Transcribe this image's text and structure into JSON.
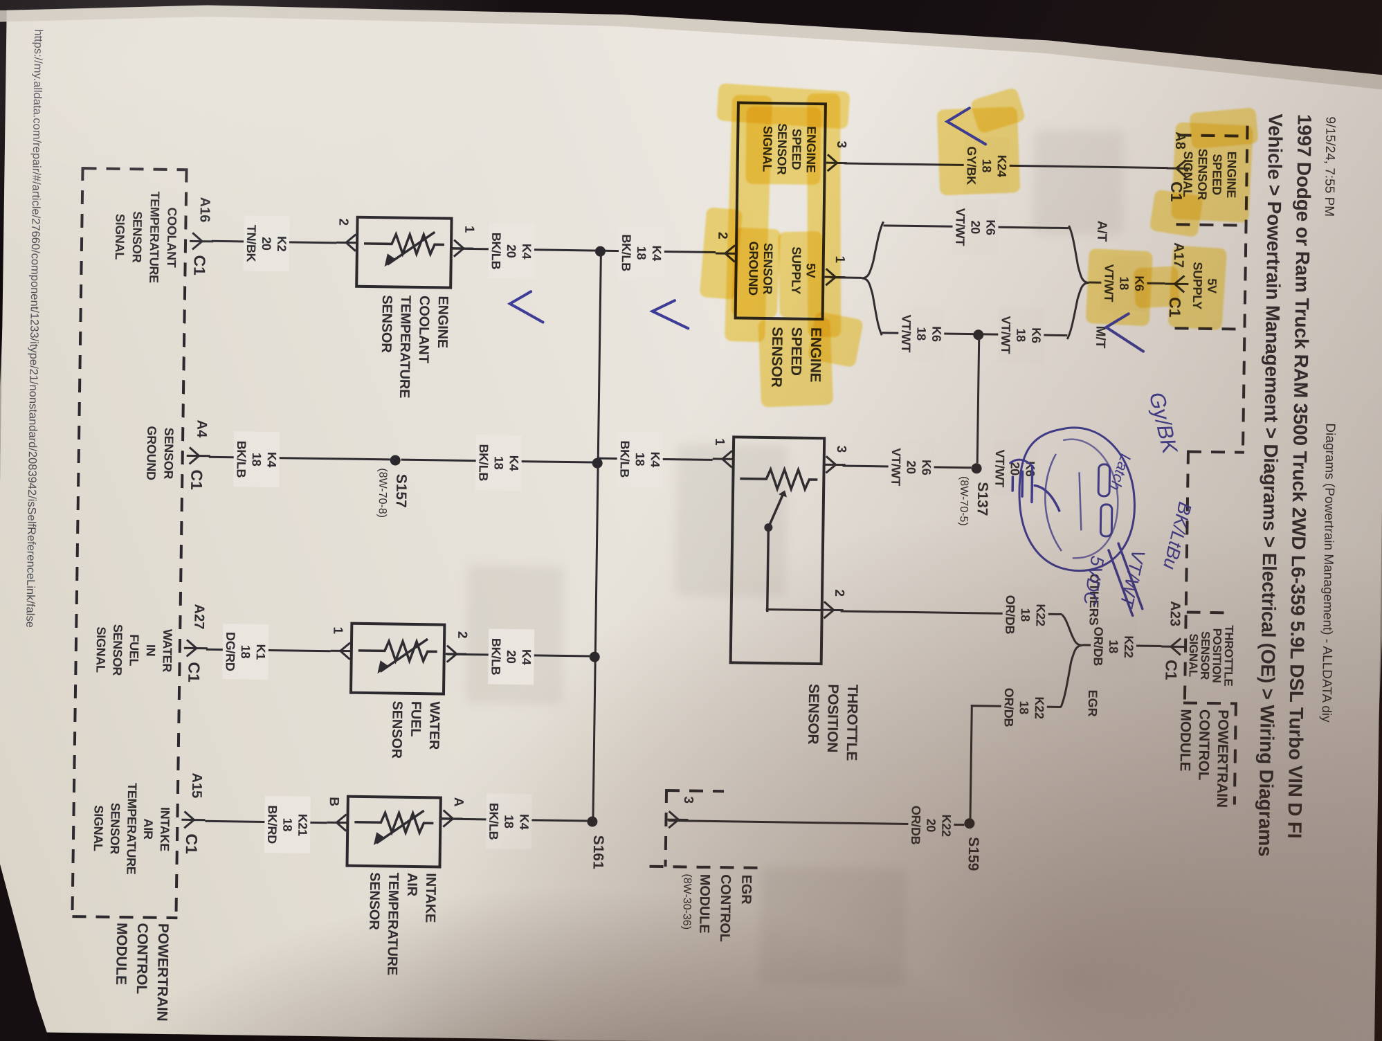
{
  "header": {
    "timestamp": "9/15/24, 7:55 PM",
    "site_header": "Diagrams (Powertrain Management) - ALLDATA diy",
    "title": "1997 Dodge or Ram Truck RAM 3500 Truck 2WD L6-359 5.9L DSL Turbo VIN D FI",
    "breadcrumb": "Vehicle > Powertrain Management > Diagrams > Electrical (OE) > Wiring Diagrams"
  },
  "footer": {
    "url": "https://my.alldata.com/repair/#/article/27660/component/1233/itype/21/nonstandard/2083942/isSelfReferenceLink/false"
  },
  "pcm_top": {
    "name": "POWERTRAIN\nCONTROL\nMODULE",
    "pin_a8": {
      "label": "ENGINE\nSPEED\nSENSOR\nSIGNAL",
      "id": "A8",
      "conn": "C1"
    },
    "pin_a17": {
      "label": "5V\nSUPPLY",
      "id": "A17",
      "conn": "C1"
    },
    "pin_a23": {
      "label": "THROTTLE\nPOSITION\nSENSOR\nSIGNAL",
      "id": "A23",
      "conn": "C1"
    }
  },
  "pcm_bottom": {
    "name": "POWERTRAIN\nCONTROL\nMODULE",
    "pin_a16": {
      "label": "COOLANT\nTEMPERATURE\nSENSOR\nSIGNAL",
      "id": "A16",
      "conn": "C1"
    },
    "pin_a4": {
      "label": "SENSOR\nGROUND",
      "id": "A4",
      "conn": "C1"
    },
    "pin_a27": {
      "label": "WATER\nIN\nFUEL\nSENSOR\nSIGNAL",
      "id": "A27",
      "conn": "C1"
    },
    "pin_a15": {
      "label": "INTAKE\nAIR\nTEMPERATURE\nSENSOR\nSIGNAL",
      "id": "A15",
      "conn": "C1"
    }
  },
  "egr_module": {
    "name": "EGR\nCONTROL\nMODULE",
    "ref": "(8W-30-36)",
    "pin": "3"
  },
  "sensors": {
    "engine_speed": {
      "name": "ENGINE\nSPEED\nSENSOR",
      "pin3": "3",
      "pin1": "1",
      "pin2": "2",
      "label_signal": "ENGINE\nSPEED\nSENSOR\nSIGNAL",
      "label_5v": "5V\nSUPPLY",
      "label_gnd": "SENSOR\nGROUND"
    },
    "throttle": {
      "name": "THROTTLE\nPOSITION\nSENSOR",
      "pin3": "3",
      "pin1": "1",
      "pin2": "2"
    },
    "coolant": {
      "name": "ENGINE\nCOOLANT\nTEMPERATURE\nSENSOR",
      "pin1": "1",
      "pin2": "2"
    },
    "water_fuel": {
      "name": "WATER\nFUEL\nSENSOR",
      "pin2": "2",
      "pin1": "1"
    },
    "intake_air": {
      "name": "INTAKE\nAIR\nTEMPERATURE\nSENSOR",
      "pinA": "A",
      "pinB": "B"
    }
  },
  "splices": {
    "s137": {
      "name": "S137",
      "ref": "(8W-70-5)"
    },
    "s157": {
      "name": "S157",
      "ref": "(8W-70-8)"
    },
    "s159": {
      "name": "S159"
    },
    "s161": {
      "name": "S161"
    }
  },
  "branches": {
    "at": "A/T",
    "mt": "M/T",
    "others": "OTHERS",
    "egr": "EGR"
  },
  "wire_labels": {
    "k24_18_gybk": "K24\n18\nGY/BK",
    "k6_18_vtwt": "K6\n18\nVT/WT",
    "k6_20_vtwt": "K6\n20\nVT/WT",
    "k22_18_ordb": "K22\n18\nOR/DB",
    "k22_20_ordb": "K22\n20\nOR/DB",
    "k4_18_bklb": "K4\n18\nBK/LB",
    "k4_20_bklb": "K4\n20\nBK/LB",
    "k2_20_tnbk": "K2\n20\nTN/BK",
    "k1_18_dgrd": "K1\n18\nDG/RD",
    "k21_18_bkrd": "K21\n18\nBK/RD"
  },
  "handwriting": {
    "gybk": "Gy/BK",
    "latch": "Latch",
    "bkltbu": "BK/LtBu",
    "vtwt": "VT/WT",
    "vdc": "5VDC"
  },
  "colors": {
    "highlighter": "#f7c90a",
    "ink_blue": "#3d3c96",
    "paper": "#eae6df",
    "print": "#2e2c30"
  }
}
